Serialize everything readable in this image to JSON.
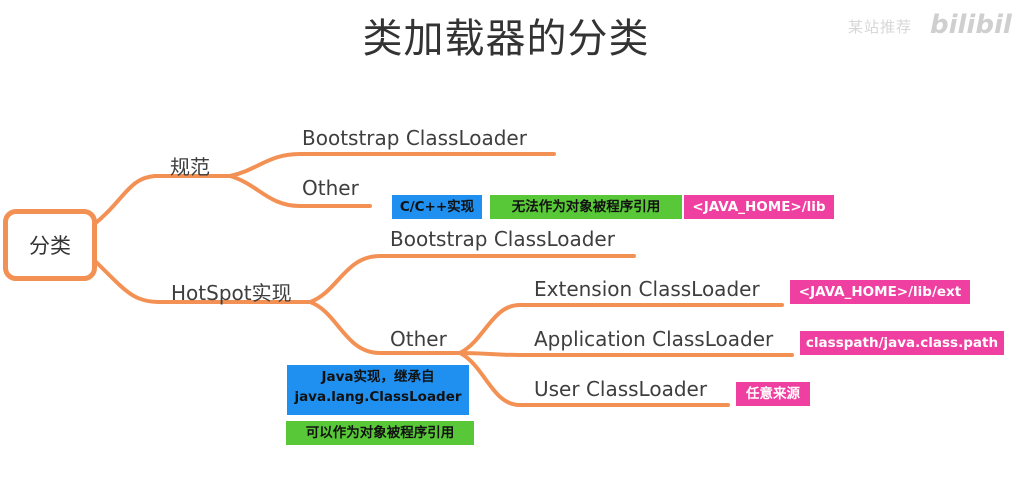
{
  "title": "类加载器的分类",
  "watermark": {
    "text": "某站推荐",
    "logo": "bilibili"
  },
  "colors": {
    "branch": "#f39155",
    "blue_tag": "#1f8ff0",
    "green_tag": "#59c838",
    "pink_tag": "#ef3fa0"
  },
  "tree": {
    "root": "分类",
    "spec": {
      "label": "规范",
      "bootstrap": "Bootstrap ClassLoader",
      "other": "Other"
    },
    "hotspot": {
      "label": "HotSpot实现",
      "bootstrap": "Bootstrap ClassLoader",
      "other": "Other",
      "extension": "Extension ClassLoader",
      "application": "Application ClassLoader",
      "user": "User ClassLoader"
    }
  },
  "tags": {
    "bootstrap_impl": "C/C++实现",
    "bootstrap_no_ref": "无法作为对象被程序引用",
    "bootstrap_path": "<JAVA_HOME>/lib",
    "ext_path": "<JAVA_HOME>/lib/ext",
    "app_path": "classpath/java.class.path",
    "user_source": "任意来源",
    "other_impl_line1": "Java实现，继承自",
    "other_impl_line2": "java.lang.ClassLoader",
    "other_ref": "可以作为对象被程序引用"
  }
}
